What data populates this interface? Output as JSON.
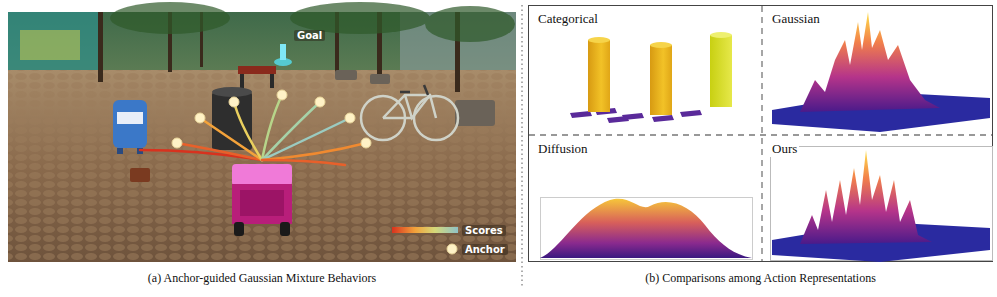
{
  "diagram": {
    "nodes": [
      {
        "text": [
          "(a) Anchor-guided Gaussian Mixture Behaviors"
        ]
      },
      {
        "text": [
          "(b) Comparisons among Action Representations"
        ]
      },
      {
        "text": [
          "Categorical"
        ],
        "in": 1
      },
      {
        "text": [
          "Gaussian"
        ],
        "in": 1
      },
      {
        "text": [
          "Diffusion"
        ],
        "in": 1
      },
      {
        "text": [
          "Ours"
        ],
        "in": 1
      }
    ],
    "labels": [
      "Goal"
    ],
    "legend": [
      {
        "text": "Scores"
      },
      {
        "text": "Anchor"
      }
    ]
  }
}
